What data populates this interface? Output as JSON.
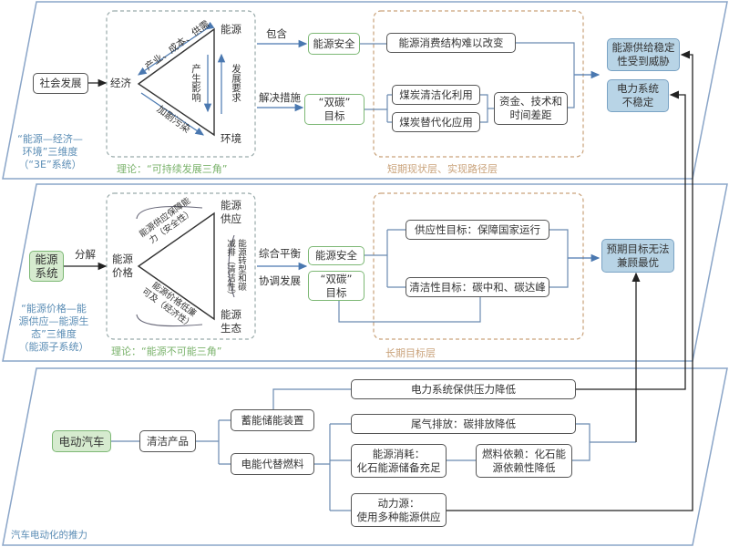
{
  "colors": {
    "panel_border": "#8aa5c8",
    "green_fill": "#d6ebcf",
    "blue_fill": "#b8d4e6",
    "arrow": "#4a78b0",
    "theory_text": "#7bb36c",
    "layer_text": "#c9a27a",
    "system_text": "#5b8db5"
  },
  "panel1": {
    "system_label": "“能源—经济—\n环境”三维度\n（“3E”系统）",
    "start_box": "社会发展",
    "triangle": {
      "left": "经济",
      "top": "能源",
      "bottom": "环境",
      "edge_top": "产业、成本、供需",
      "edge_bottom": "加剧污染",
      "down_label": "产生影响",
      "up_label": "发展要求"
    },
    "theory": "理论：“可持续发展三角”",
    "edge_contain": "包含",
    "edge_measure": "解决措施",
    "energy_security": "能源安全",
    "dual_carbon": "“双碳”\n目标",
    "consumption": "能源消费结构难以改变",
    "coal_clean": "煤炭清洁化利用",
    "coal_replace": "煤炭替代化应用",
    "gap": "资金、技术和\n时间差距",
    "layer": "短期现状层、实现路径层",
    "result_supply": "能源供给稳定\n性受到威胁",
    "result_power": "电力系统\n不稳定"
  },
  "panel2": {
    "system_label": "“能源价格—能\n源供应—能源生\n态”三维度\n（能源子系统）",
    "start_box": "能源\n系统",
    "edge_decompose": "分解",
    "triangle": {
      "left": "能源\n价格",
      "top": "能源\n供应",
      "bottom": "能源\n生态",
      "edge_top": "能源供应保障能\n力（安全性）",
      "edge_bottom": "能源价格低廉\n可及（经济性）",
      "edge_right": "能源转型和碳\n减排（清洁性）"
    },
    "theory": "理论：“能源不可能三角”",
    "edge_balance": "综合平衡",
    "edge_coordinate": "协调发展",
    "energy_security": "能源安全",
    "dual_carbon": "“双碳”\n目标",
    "supply_goal": "供应性目标：保障国家运行",
    "clean_goal": "清洁性目标：碳中和、碳达峰",
    "layer": "长期目标层",
    "result": "预期目标无法\n兼顾最优"
  },
  "panel3": {
    "label": "汽车电动化的推力",
    "ev": "电动汽车",
    "clean_product": "清洁产品",
    "storage": "蓄能储能装置",
    "substitute": "电能代替燃料",
    "power_pressure": "电力系统保供压力降低",
    "exhaust": "尾气排放：碳排放降低",
    "consumption": "能源消耗：\n化石能源储备充足",
    "dependence": "燃料依赖：化石能\n源依赖性降低",
    "power_source": "动力源：\n使用多种能源供应"
  }
}
